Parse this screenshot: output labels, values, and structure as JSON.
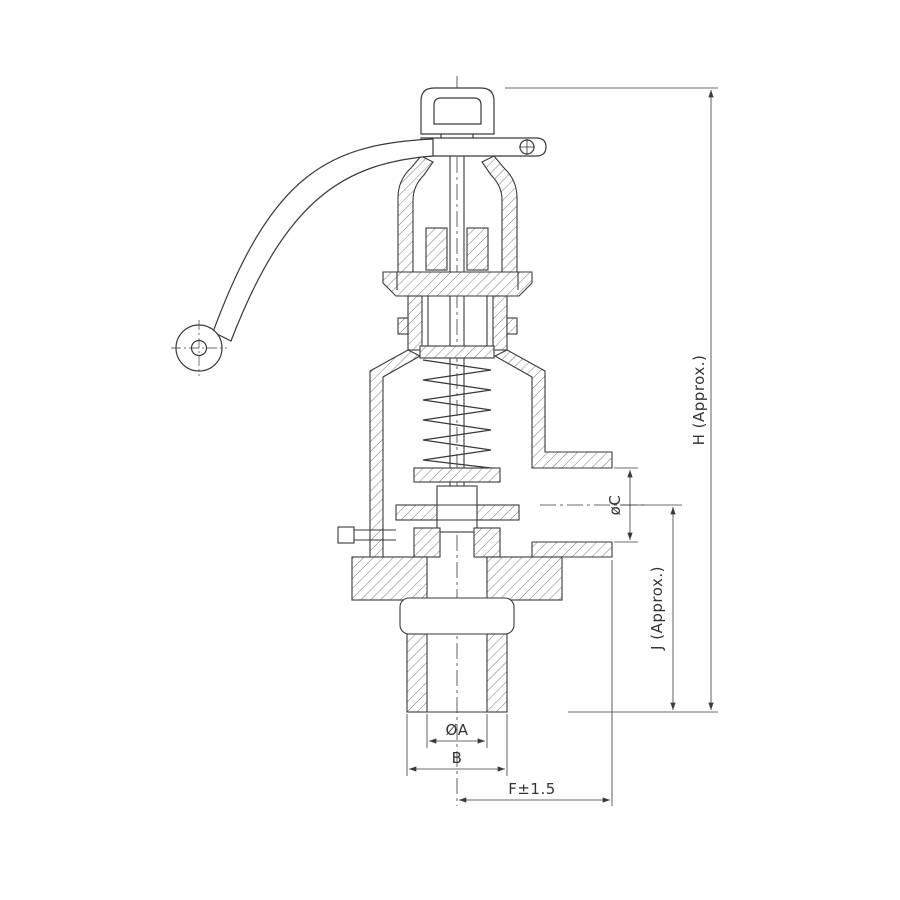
{
  "drawing": {
    "kind": "valve-sectional-drawing",
    "colors": {
      "line": "#3a3a3a",
      "background": "#ffffff"
    },
    "labels": {
      "dia_a": "ØA",
      "b": "B",
      "f": "F±1.5",
      "dia_c": "øC",
      "j": "J  (Approx.)",
      "h": "H  (Approx.)"
    }
  }
}
